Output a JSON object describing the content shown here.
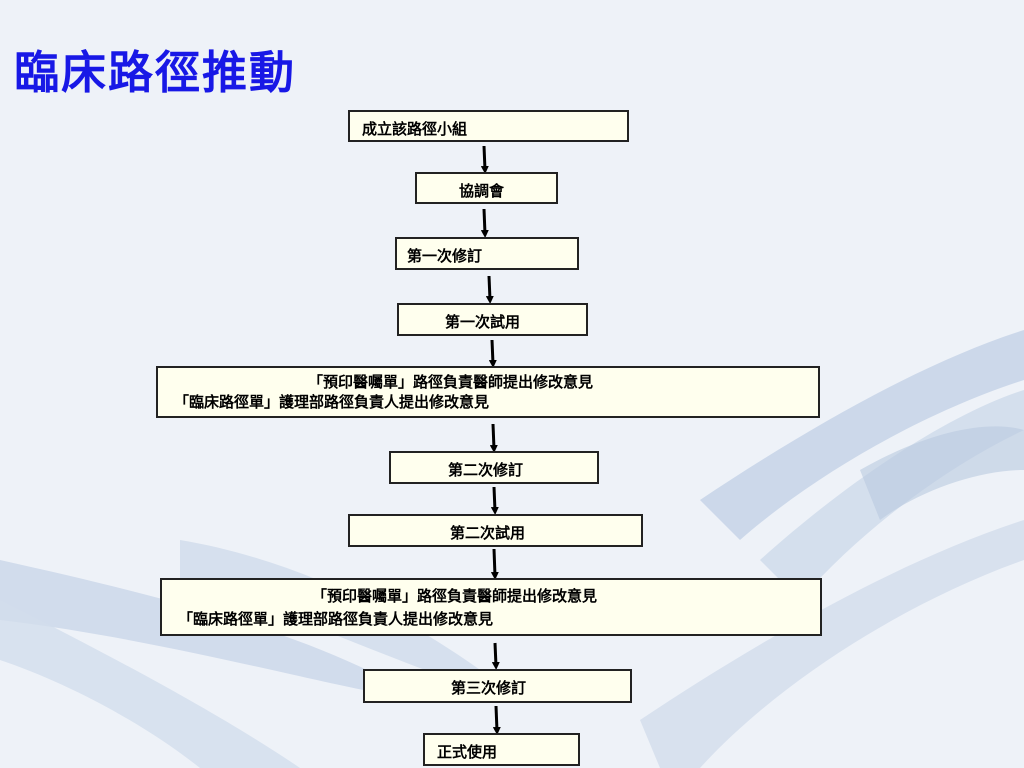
{
  "slide": {
    "title": "臨床路徑推動"
  },
  "flow": {
    "step1": "成立該路徑小組",
    "step2": "協調會",
    "step3": "第一次修訂",
    "step4": "第一次試用",
    "step5_line1": "「預印醫囑單」路徑負責醫師提出修改意見",
    "step5_line2": "「臨床路徑單」護理部路徑負責人提出修改意見",
    "step6": "第二次修訂",
    "step7": "第二次試用",
    "step8_line1": "「預印醫囑單」路徑負責醫師提出修改意見",
    "step8_line2": "「臨床路徑單」護理部路徑負責人提出修改意見",
    "step9": "第三次修訂",
    "step10": "正式使用"
  },
  "colors": {
    "title": "#1818e6",
    "box_fill": "#ffffee",
    "box_border": "#222222",
    "background": "#eef2f8",
    "swoosh": "#c9d6e8"
  }
}
